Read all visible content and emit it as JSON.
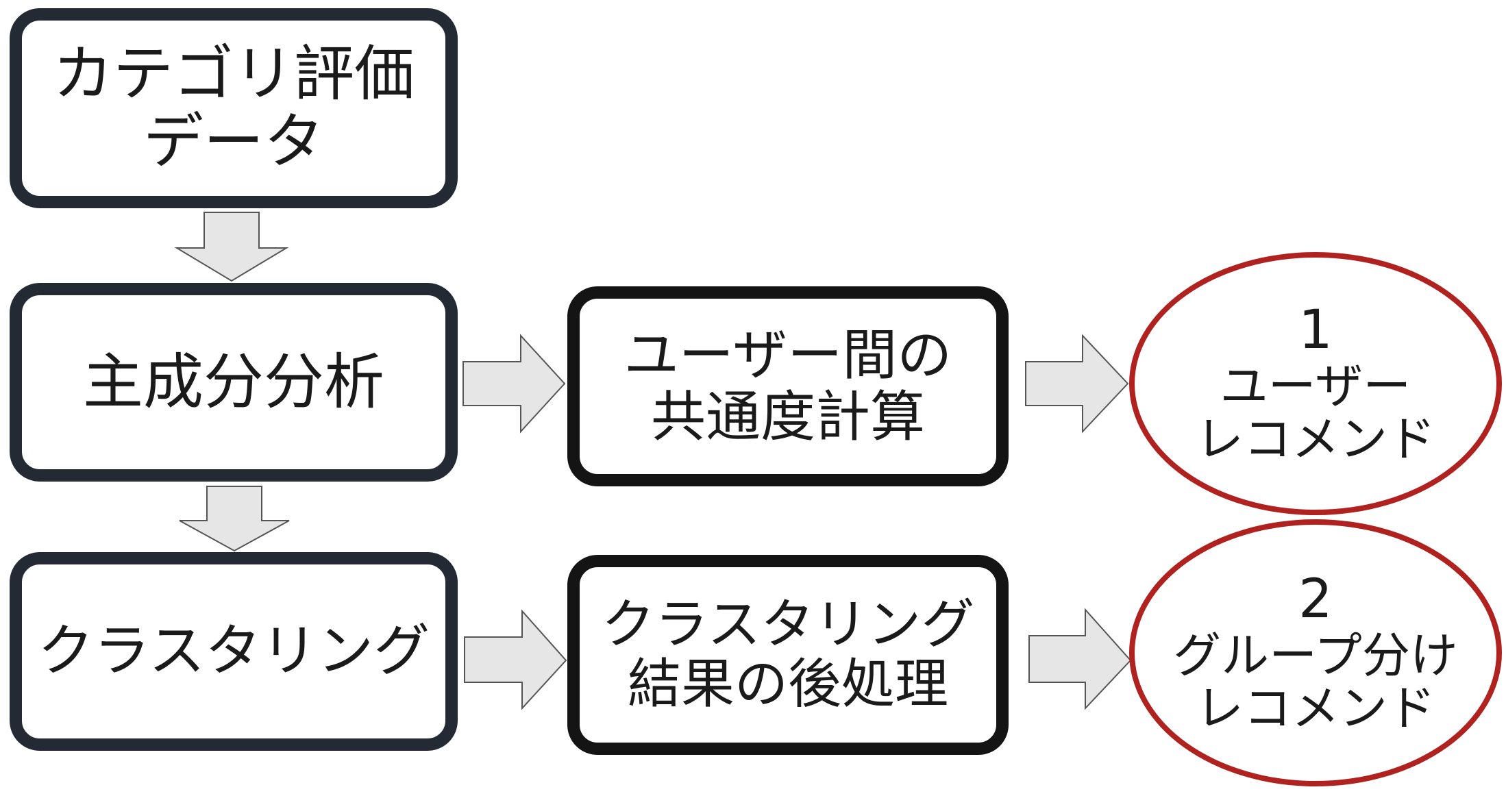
{
  "diagram": {
    "category_data": {
      "lines": [
        "カテゴリ評価",
        "データ"
      ]
    },
    "pca": {
      "lines": [
        "主成分分析"
      ]
    },
    "clustering": {
      "lines": [
        "クラスタリング"
      ]
    },
    "common_interest": {
      "lines": [
        "ユーザー間の",
        "共通度計算"
      ]
    },
    "cluster_post": {
      "lines": [
        "クラスタリング",
        "結果の後処理"
      ]
    },
    "user_recommend": {
      "number": "1",
      "lines": [
        "ユーザー",
        "レコメンド"
      ]
    },
    "group_recommend": {
      "number": "2",
      "lines": [
        "グループ分け",
        "レコメンド"
      ]
    }
  },
  "colors": {
    "box_border": "#232a33",
    "box_border_dark": "#141414",
    "ellipse_border": "#b0221f",
    "arrow_fill": "#e6e6e6",
    "arrow_stroke": "#555555"
  }
}
